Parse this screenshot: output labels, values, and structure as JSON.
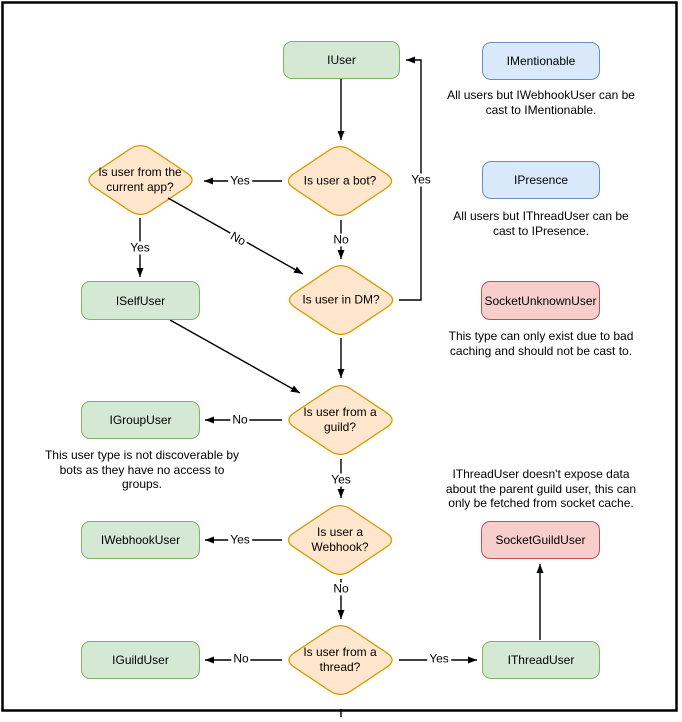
{
  "nodes": {
    "iuser": "IUser",
    "imentionable": "IMentionable",
    "ipresence": "IPresence",
    "socket_unknown_user": "SocketUnknownUser",
    "iself_user": "ISelfUser",
    "igroup_user": "IGroupUser",
    "iwebhook_user": "IWebhookUser",
    "socket_guild_user": "SocketGuildUser",
    "iguild_user": "IGuildUser",
    "ithread_user": "IThreadUser"
  },
  "decisions": {
    "is_bot": "Is user a bot?",
    "is_current_app": "Is user from the current app?",
    "is_dm": "Is user in DM?",
    "is_guild": "Is user from a guild?",
    "is_webhook": "Is user a Webhook?",
    "is_thread": "Is user from a thread?"
  },
  "edge_labels": {
    "bot_to_current_app": "Yes",
    "bot_to_dm": "No",
    "current_app_to_self": "Yes",
    "current_app_to_dm": "No",
    "dm_to_iuser": "Yes",
    "guild_to_group": "No",
    "guild_to_webhook": "Yes",
    "webhook_to_webhookuser": "Yes",
    "webhook_to_thread": "No",
    "thread_to_guilduser": "No",
    "thread_to_threaduser": "Yes"
  },
  "captions": {
    "imentionable_note": {
      "lines": [
        "All users but IWebhookUser can be",
        "cast to IMentionable."
      ]
    },
    "ipresence_note": {
      "lines": [
        "All users but IThreadUser can be",
        "cast to IPresence."
      ]
    },
    "socket_unknown_note": {
      "lines": [
        "This type can only exist due to bad",
        "caching and should not be cast to."
      ]
    },
    "igroup_note": {
      "lines": [
        "This user type is not discoverable by",
        "bots as they have no access to",
        "groups."
      ]
    },
    "ithread_note": {
      "lines": [
        "IThreadUser doesn't expose data",
        "about the parent guild user, this can",
        "only be fetched from socket cache."
      ]
    }
  },
  "colors": {
    "class_green_fill": "#d5e8d4",
    "class_green_stroke": "#82b366",
    "interface_blue_fill": "#dae8fc",
    "interface_blue_stroke": "#6c8ebf",
    "decision_orange_fill": "#ffe6cc",
    "decision_orange_stroke": "#d79b00",
    "socket_red_fill": "#f8cecc",
    "socket_red_stroke": "#b85450",
    "connector": "#000000",
    "frame": "#000000"
  }
}
